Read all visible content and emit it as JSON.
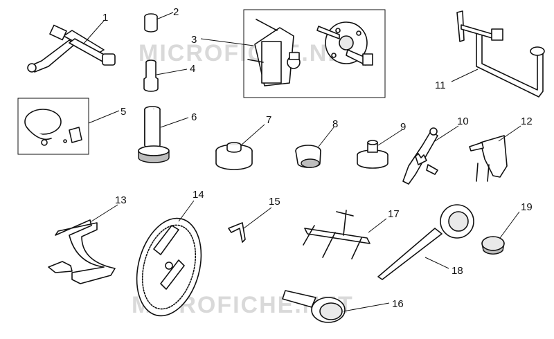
{
  "watermark": "MICROFICHE.NET",
  "callouts": [
    {
      "id": "1",
      "label": "1"
    },
    {
      "id": "2",
      "label": "2"
    },
    {
      "id": "3",
      "label": "3"
    },
    {
      "id": "4",
      "label": "4"
    },
    {
      "id": "5",
      "label": "5"
    },
    {
      "id": "6",
      "label": "6"
    },
    {
      "id": "7",
      "label": "7"
    },
    {
      "id": "8",
      "label": "8"
    },
    {
      "id": "9",
      "label": "9"
    },
    {
      "id": "10",
      "label": "10"
    },
    {
      "id": "11",
      "label": "11"
    },
    {
      "id": "12",
      "label": "12"
    },
    {
      "id": "13",
      "label": "13"
    },
    {
      "id": "14",
      "label": "14"
    },
    {
      "id": "15",
      "label": "15"
    },
    {
      "id": "16",
      "label": "16"
    },
    {
      "id": "17",
      "label": "17"
    },
    {
      "id": "18",
      "label": "18"
    },
    {
      "id": "19",
      "label": "19"
    }
  ]
}
